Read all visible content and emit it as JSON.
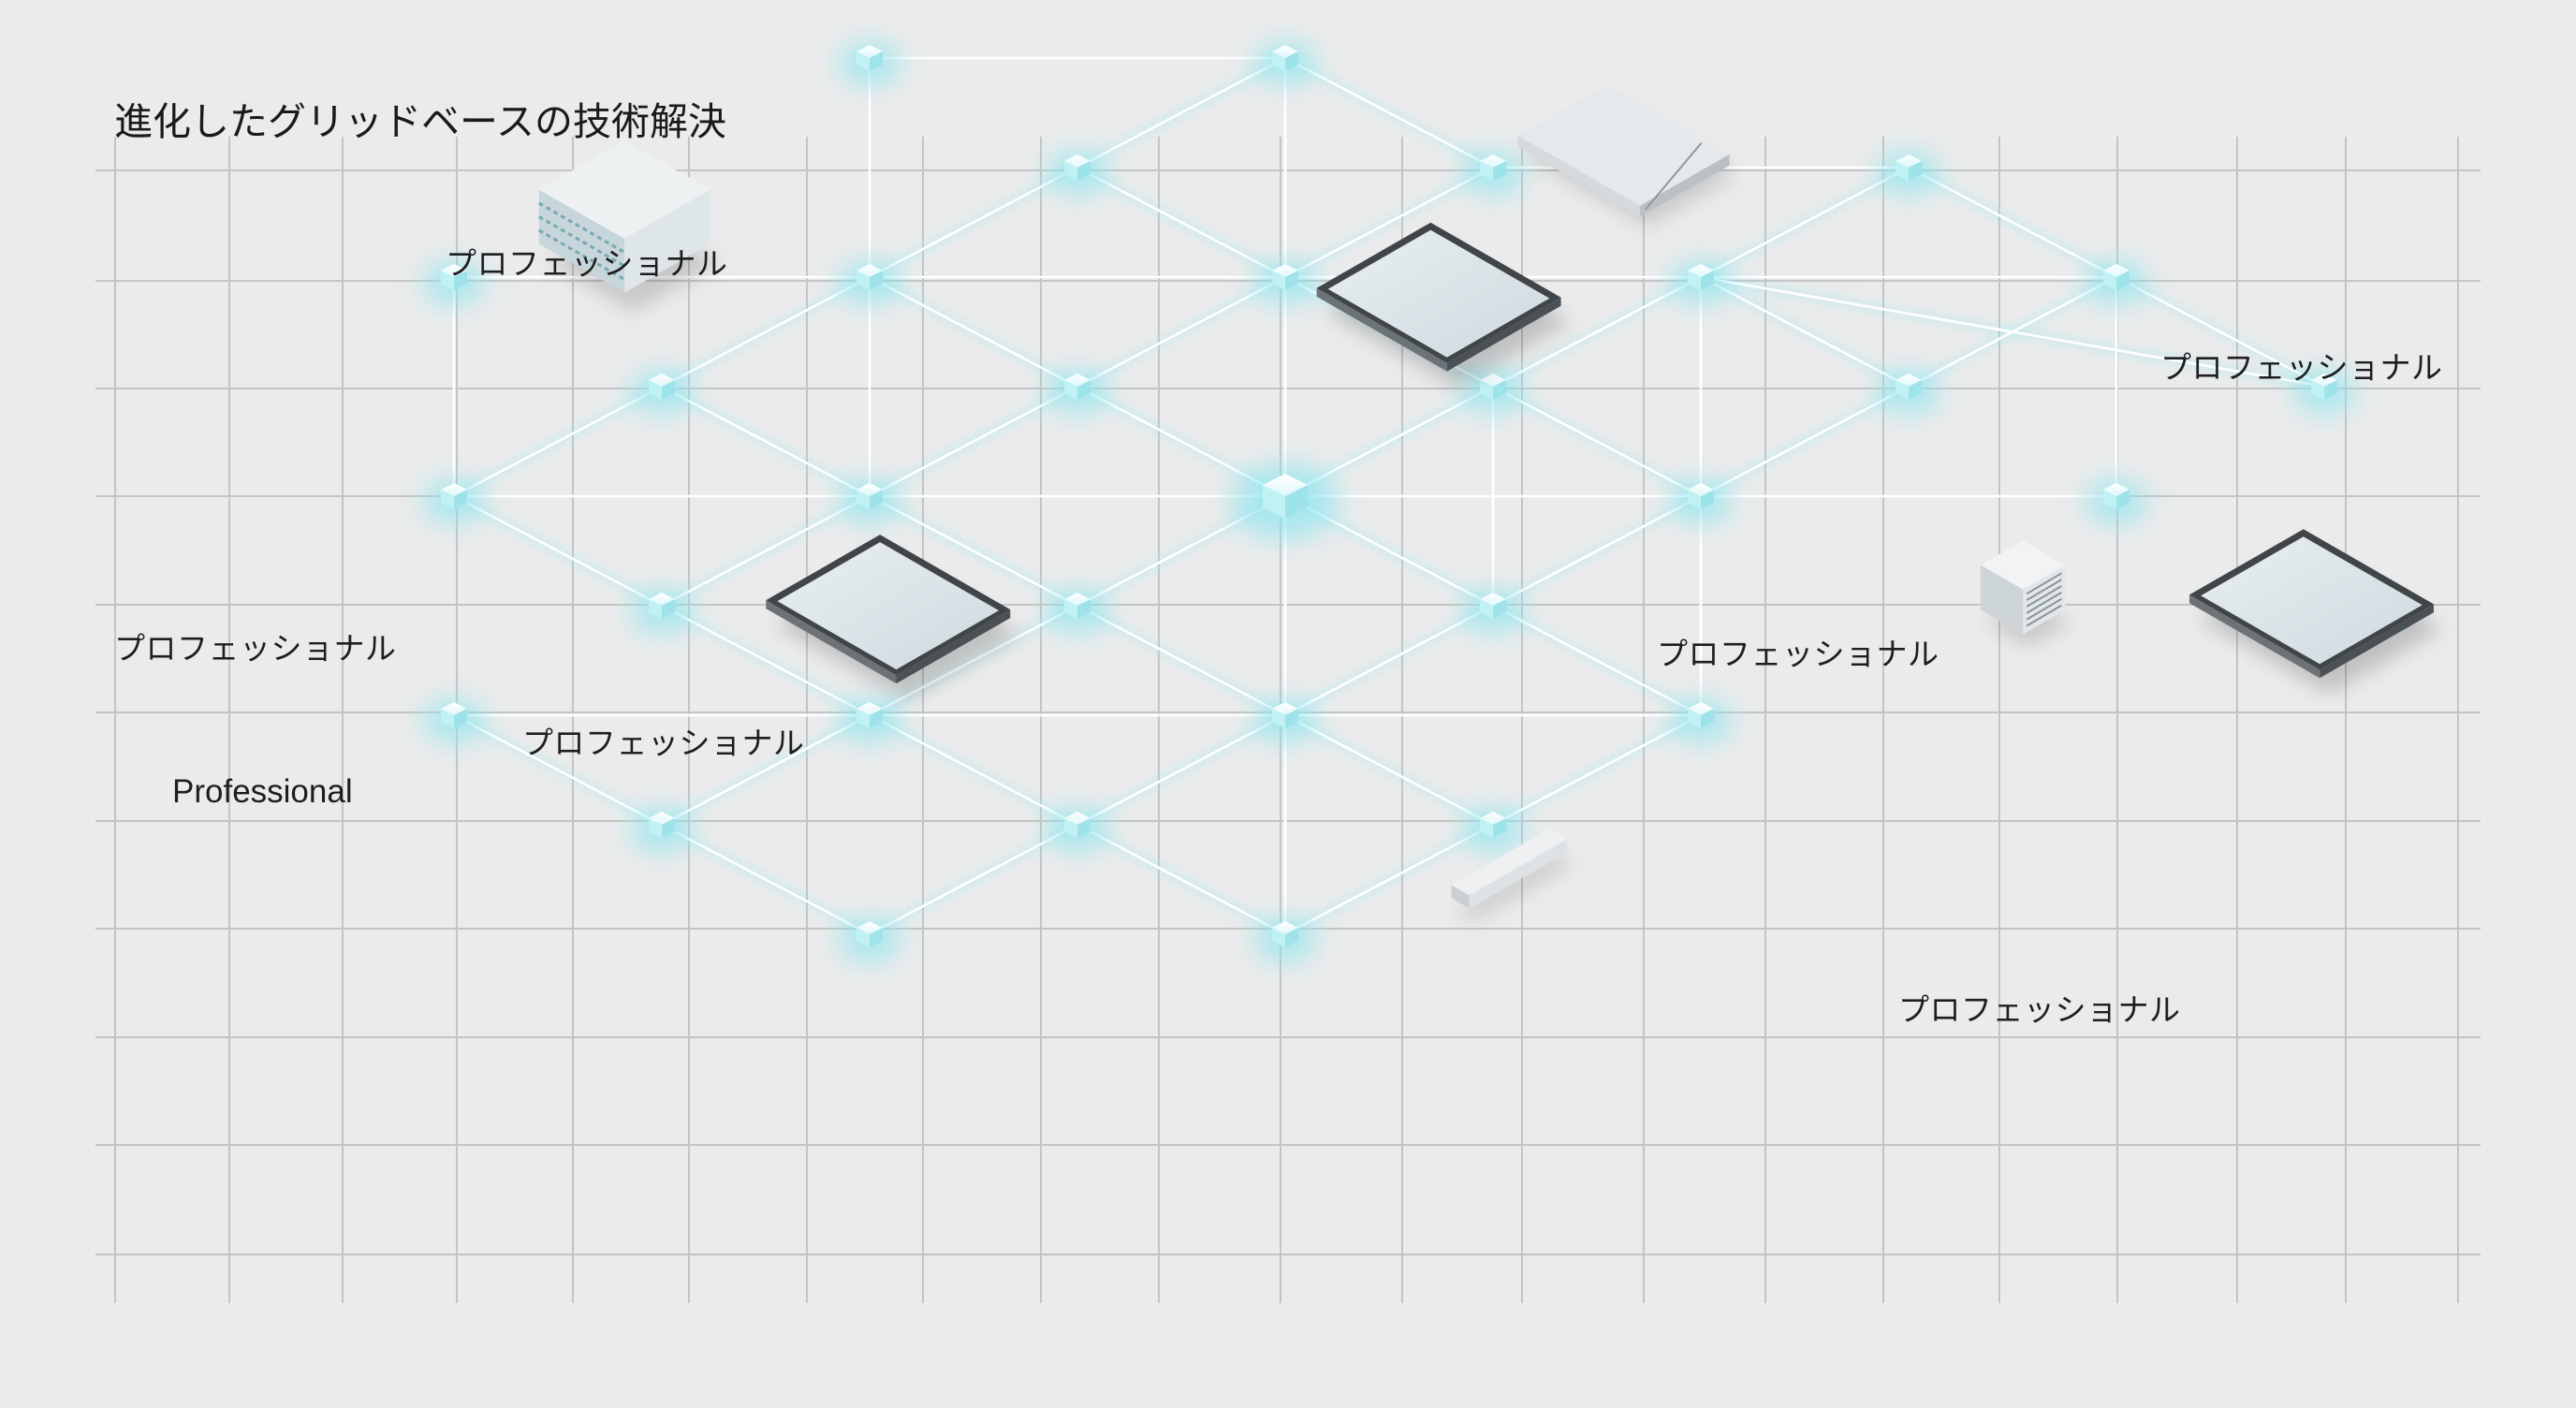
{
  "title": "進化したグリッドベースの技術解決",
  "labels": {
    "top_left": "プロフェッショナル",
    "top_right": "プロフェッショナル",
    "mid_left": "プロフェッショナル",
    "center_left": "プロフェッショナル",
    "center_right": "プロフェッショナル",
    "english": "Professional",
    "bottom_right": "プロフェッショナル"
  },
  "colors": {
    "background": "#ebebeb",
    "grid": "#c4c4c4",
    "link": "#ffffff",
    "glow": "#8fe6f0",
    "node": "#bff1f5",
    "text": "#1e1e1e"
  },
  "nodes": [
    {
      "id": "n1",
      "c": 2,
      "r": 0
    },
    {
      "id": "n2",
      "c": 4,
      "r": 0
    },
    {
      "id": "n3",
      "c": 3,
      "r": 1
    },
    {
      "id": "n4",
      "c": 5,
      "r": 1
    },
    {
      "id": "n5",
      "c": 7,
      "r": 1
    },
    {
      "id": "n6",
      "c": 0,
      "r": 2
    },
    {
      "id": "n7",
      "c": 2,
      "r": 2
    },
    {
      "id": "n8",
      "c": 4,
      "r": 2
    },
    {
      "id": "n9",
      "c": 6,
      "r": 2
    },
    {
      "id": "n10",
      "c": 8,
      "r": 2
    },
    {
      "id": "n11",
      "c": 1,
      "r": 3
    },
    {
      "id": "n12",
      "c": 3,
      "r": 3
    },
    {
      "id": "n13",
      "c": 5,
      "r": 3
    },
    {
      "id": "n14",
      "c": 7,
      "r": 3
    },
    {
      "id": "n15",
      "c": 9,
      "r": 3
    },
    {
      "id": "n16",
      "c": 0,
      "r": 4
    },
    {
      "id": "n17",
      "c": 2,
      "r": 4
    },
    {
      "id": "n18",
      "c": 4,
      "r": 4
    },
    {
      "id": "n19",
      "c": 6,
      "r": 4
    },
    {
      "id": "n20",
      "c": 8,
      "r": 4
    },
    {
      "id": "n21",
      "c": 1,
      "r": 5
    },
    {
      "id": "n22",
      "c": 3,
      "r": 5
    },
    {
      "id": "n23",
      "c": 5,
      "r": 5
    },
    {
      "id": "n24",
      "c": 0,
      "r": 6
    },
    {
      "id": "n25",
      "c": 2,
      "r": 6
    },
    {
      "id": "n26",
      "c": 4,
      "r": 6
    },
    {
      "id": "n27",
      "c": 6,
      "r": 6
    },
    {
      "id": "n28",
      "c": 1,
      "r": 7
    },
    {
      "id": "n29",
      "c": 3,
      "r": 7
    },
    {
      "id": "n30",
      "c": 5,
      "r": 7
    },
    {
      "id": "n31",
      "c": 2,
      "r": 8
    },
    {
      "id": "n32",
      "c": 4,
      "r": 8
    }
  ],
  "links": [
    [
      "n1",
      "n2"
    ],
    [
      "n6",
      "n10"
    ],
    [
      "n16",
      "n20"
    ],
    [
      "n24",
      "n27"
    ],
    [
      "n6",
      "n16"
    ],
    [
      "n7",
      "n17"
    ],
    [
      "n13",
      "n23"
    ],
    [
      "n9",
      "n19"
    ],
    [
      "n10",
      "n20"
    ],
    [
      "n2",
      "n8"
    ],
    [
      "n8",
      "n18"
    ],
    [
      "n18",
      "n26"
    ],
    [
      "n26",
      "n32"
    ],
    [
      "n1",
      "n7"
    ],
    [
      "n3",
      "n7"
    ],
    [
      "n2",
      "n3"
    ],
    [
      "n2",
      "n4"
    ],
    [
      "n4",
      "n8"
    ],
    [
      "n4",
      "n5"
    ],
    [
      "n5",
      "n9"
    ],
    [
      "n5",
      "n10"
    ],
    [
      "n10",
      "n15"
    ],
    [
      "n9",
      "n15"
    ],
    [
      "n3",
      "n8"
    ],
    [
      "n7",
      "n11"
    ],
    [
      "n11",
      "n16"
    ],
    [
      "n7",
      "n12"
    ],
    [
      "n8",
      "n12"
    ],
    [
      "n8",
      "n13"
    ],
    [
      "n13",
      "n9"
    ],
    [
      "n9",
      "n14"
    ],
    [
      "n14",
      "n10"
    ],
    [
      "n14",
      "n19"
    ],
    [
      "n11",
      "n17"
    ],
    [
      "n12",
      "n17"
    ],
    [
      "n12",
      "n18"
    ],
    [
      "n13",
      "n18"
    ],
    [
      "n13",
      "n19"
    ],
    [
      "n16",
      "n21"
    ],
    [
      "n17",
      "n21"
    ],
    [
      "n17",
      "n22"
    ],
    [
      "n18",
      "n22"
    ],
    [
      "n18",
      "n23"
    ],
    [
      "n19",
      "n23"
    ],
    [
      "n19",
      "n27"
    ],
    [
      "n21",
      "n25"
    ],
    [
      "n22",
      "n25"
    ],
    [
      "n22",
      "n26"
    ],
    [
      "n23",
      "n26"
    ],
    [
      "n23",
      "n27"
    ],
    [
      "n24",
      "n28"
    ],
    [
      "n25",
      "n28"
    ],
    [
      "n25",
      "n29"
    ],
    [
      "n26",
      "n29"
    ],
    [
      "n26",
      "n30"
    ],
    [
      "n27",
      "n30"
    ],
    [
      "n28",
      "n31"
    ],
    [
      "n29",
      "n31"
    ],
    [
      "n29",
      "n32"
    ],
    [
      "n30",
      "n32"
    ]
  ],
  "devices": [
    {
      "name": "server-rack",
      "type": "server",
      "c": 0.55,
      "r": 1.35
    },
    {
      "name": "laptop-top",
      "type": "laptop",
      "c": 5.55,
      "r": 0.75
    },
    {
      "name": "tablet-center",
      "type": "tablet",
      "c": 4.7,
      "r": 2.1
    },
    {
      "name": "tablet-left",
      "type": "tablet",
      "c": 2.05,
      "r": 4.95
    },
    {
      "name": "server-cube",
      "type": "cube",
      "c": 7.55,
      "r": 4.85
    },
    {
      "name": "tablet-right",
      "type": "tablet",
      "c": 8.9,
      "r": 4.9
    },
    {
      "name": "usb-drive",
      "type": "usb",
      "c": 5.0,
      "r": 7.55
    }
  ]
}
